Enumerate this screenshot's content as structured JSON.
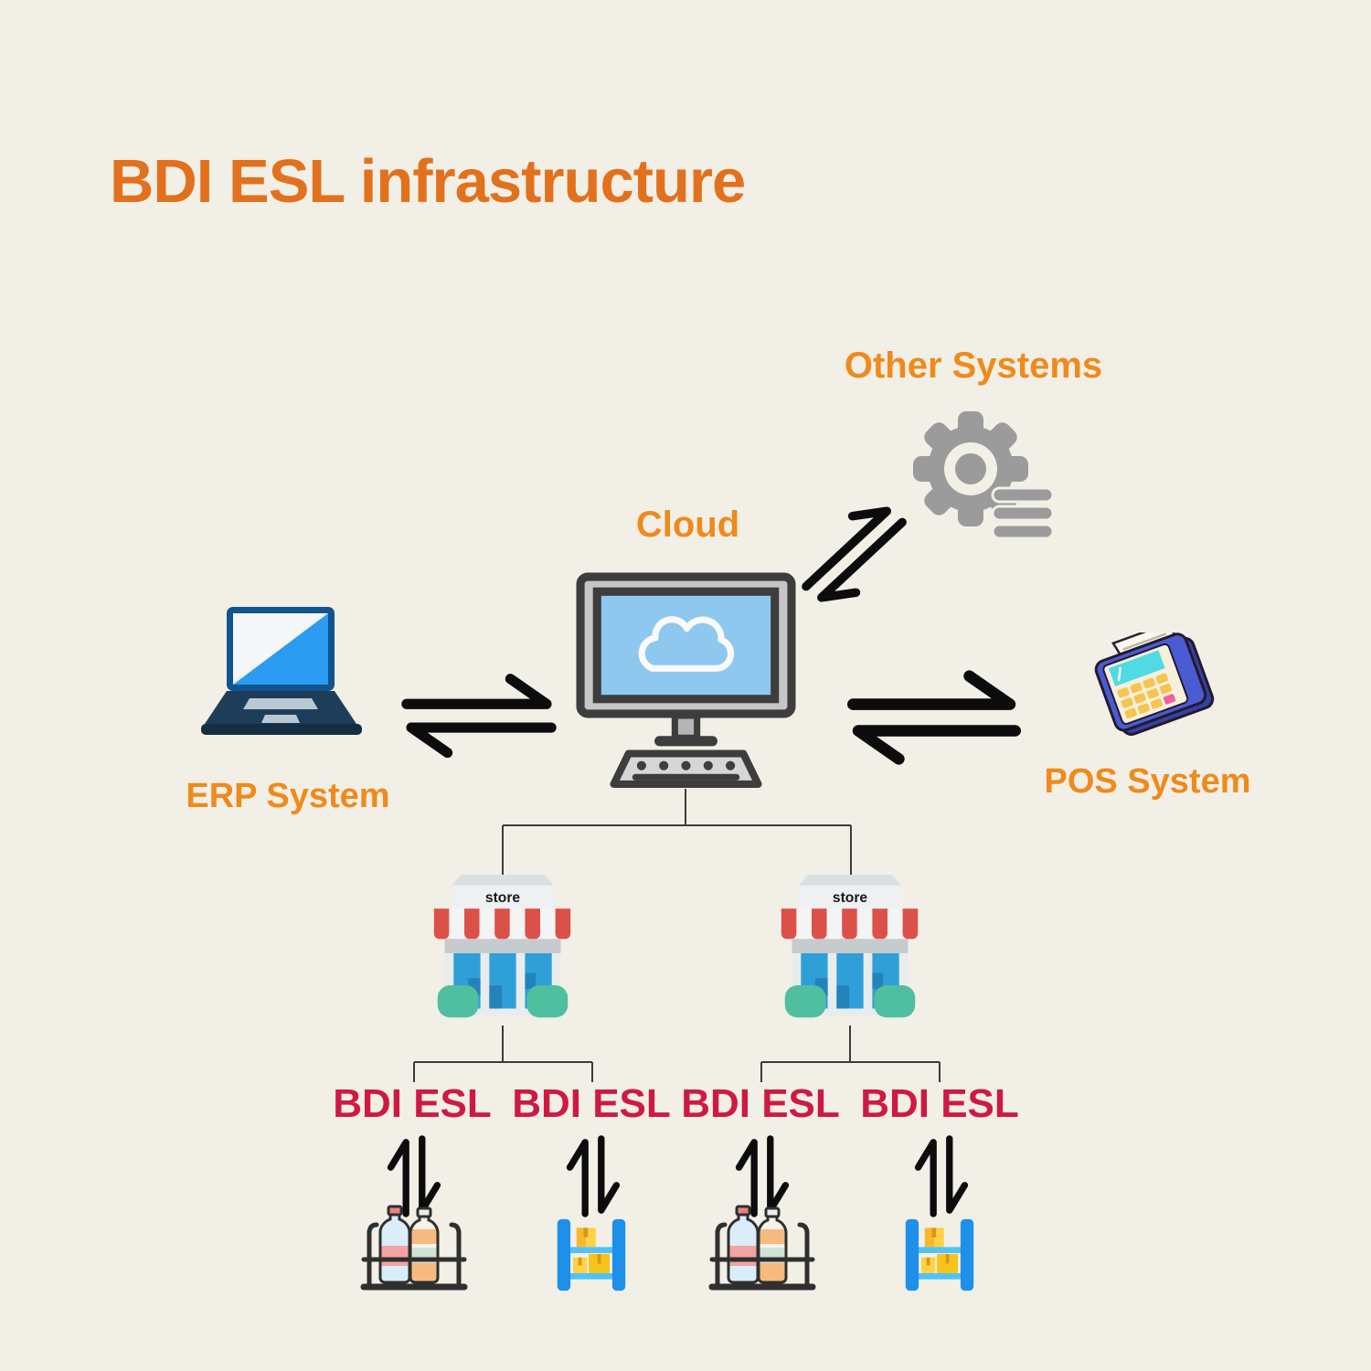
{
  "title": "BDI ESL infrastructure",
  "colors": {
    "background": "#f2efe6",
    "title_orange": "#e2711d",
    "label_orange": "#ef8a1c",
    "esl_red": "#ce1a42",
    "arrow_black": "#0c0c0c",
    "connector_gray": "#3c3c3c",
    "gear_gray": "#9b9b9b",
    "screen_blue": "#8ec8ee",
    "store_blue": "#2f9fd8",
    "awning_red": "#db5149",
    "bush_teal": "#4fbf9f",
    "shelf_blue": "#1e90ea",
    "box_yellow": "#ffc431"
  },
  "nodes": {
    "other_systems": {
      "label": "Other Systems",
      "icon": "gear-icon"
    },
    "cloud": {
      "label": "Cloud",
      "icon": "cloud-desktop-computer-icon"
    },
    "erp": {
      "label": "ERP System",
      "icon": "laptop-icon"
    },
    "pos": {
      "label": "POS System",
      "icon": "pos-terminal-icon"
    },
    "stores": [
      {
        "sign": "store"
      },
      {
        "sign": "store"
      }
    ],
    "esl": [
      {
        "label": "BDI ESL",
        "icon": "bottle-rack-icon"
      },
      {
        "label": "BDI ESL",
        "icon": "warehouse-shelf-icon"
      },
      {
        "label": "BDI ESL",
        "icon": "bottle-rack-icon"
      },
      {
        "label": "BDI ESL",
        "icon": "warehouse-shelf-icon"
      }
    ]
  }
}
